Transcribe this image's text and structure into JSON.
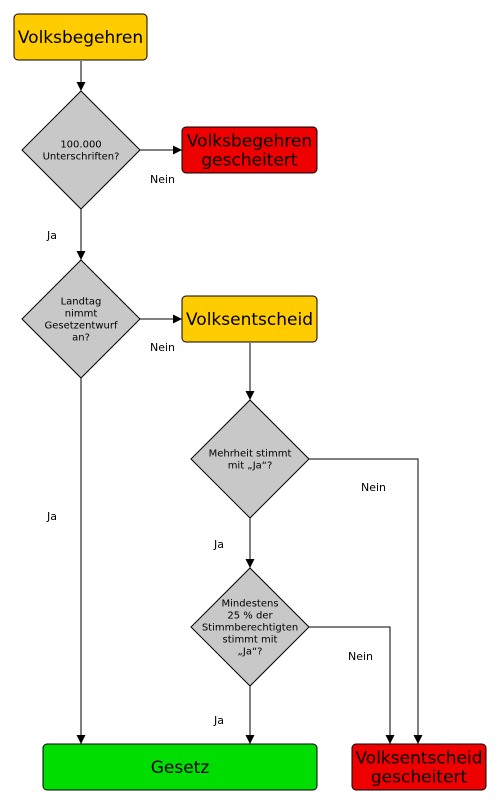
{
  "colors": {
    "yellow": "#ffcc00",
    "red": "#ee0000",
    "green": "#00dd00",
    "gray": "#c8c8c8",
    "stroke": "#000000"
  },
  "nodes": {
    "volksbegehren": {
      "lines": [
        "Volksbegehren"
      ]
    },
    "unterschriften": {
      "lines": [
        "100.000",
        "Unterschriften?"
      ]
    },
    "begehren_gescheitert": {
      "lines": [
        "Volksbegehren",
        "gescheitert"
      ]
    },
    "landtag": {
      "lines": [
        "Landtag",
        "nimmt",
        "Gesetzentwurf",
        "an?"
      ]
    },
    "volksentscheid": {
      "lines": [
        "Volksentscheid"
      ]
    },
    "mehrheit": {
      "lines": [
        "Mehrheit stimmt",
        "mit „Ja“?"
      ]
    },
    "mindestens": {
      "lines": [
        "Mindestens",
        "25 % der",
        "Stimmberechtigten",
        "stimmt mit",
        "„Ja“?"
      ]
    },
    "gesetz": {
      "lines": [
        "Gesetz"
      ]
    },
    "entscheid_gescheitert": {
      "lines": [
        "Volksentscheid",
        "gescheitert"
      ]
    }
  },
  "edge_labels": {
    "unterschriften_nein": "Nein",
    "unterschriften_ja": "Ja",
    "landtag_nein": "Nein",
    "landtag_ja": "Ja",
    "mehrheit_nein": "Nein",
    "mehrheit_ja": "Ja",
    "mindestens_nein": "Nein",
    "mindestens_ja": "Ja"
  }
}
